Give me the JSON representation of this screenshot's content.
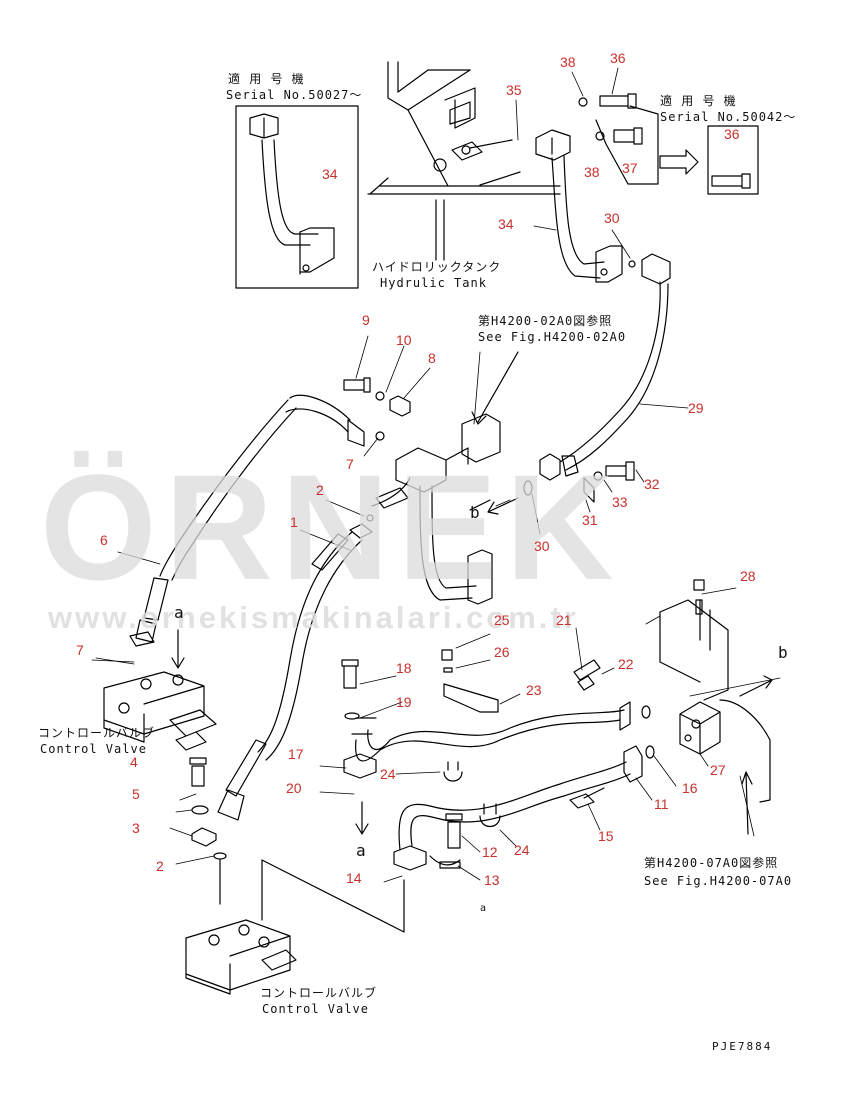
{
  "watermark": {
    "brand": "ÖRNEK",
    "url": "www.ornekismakinalari.com.tr"
  },
  "insets": {
    "left_label_jp": "適 用 号 機",
    "left_label_en": "Serial No.50027～",
    "right_label_jp": "適 用 号 機",
    "right_label_en": "Serial No.50042～"
  },
  "tank": {
    "label_jp": "ハイドロリックタンク",
    "label_en": "Hydrulic Tank"
  },
  "refs": {
    "top_jp": "第H4200-02A0図参照",
    "top_en": "See Fig.H4200-02A0",
    "bottom_jp": "第H4200-07A0図参照",
    "bottom_en": "See Fig.H4200-07A0"
  },
  "valves": {
    "upper_jp": "コントロールバルブ",
    "upper_en": "Control Valve",
    "lower_jp": "コントロールバルブ",
    "lower_en": "Control Valve"
  },
  "connectors": {
    "a1": "a",
    "a2": "a",
    "a3": "a",
    "b1": "b",
    "b2": "b"
  },
  "drawing_code": "PJE7884",
  "part_numbers": {
    "n38a": "38",
    "n36a": "36",
    "n35": "35",
    "n34a": "34",
    "n36b": "36",
    "n37": "37",
    "n38b": "38",
    "n34b": "34",
    "n30a": "30",
    "n9": "9",
    "n10": "10",
    "n8": "8",
    "n29": "29",
    "n7a": "7",
    "n2a": "2",
    "n32": "32",
    "n33": "33",
    "n31": "31",
    "n30b": "30",
    "n1": "1",
    "n6": "6",
    "n28": "28",
    "n25": "25",
    "n21": "21",
    "n26": "26",
    "n22": "22",
    "n7b": "7",
    "n18": "18",
    "n23": "23",
    "n19": "19",
    "n4": "4",
    "n17": "17",
    "n24a": "24",
    "n27": "27",
    "n16": "16",
    "n5": "5",
    "n20": "20",
    "n11": "11",
    "n3": "3",
    "n15": "15",
    "n12": "12",
    "n24b": "24",
    "n2b": "2",
    "n14": "14",
    "n13": "13"
  }
}
